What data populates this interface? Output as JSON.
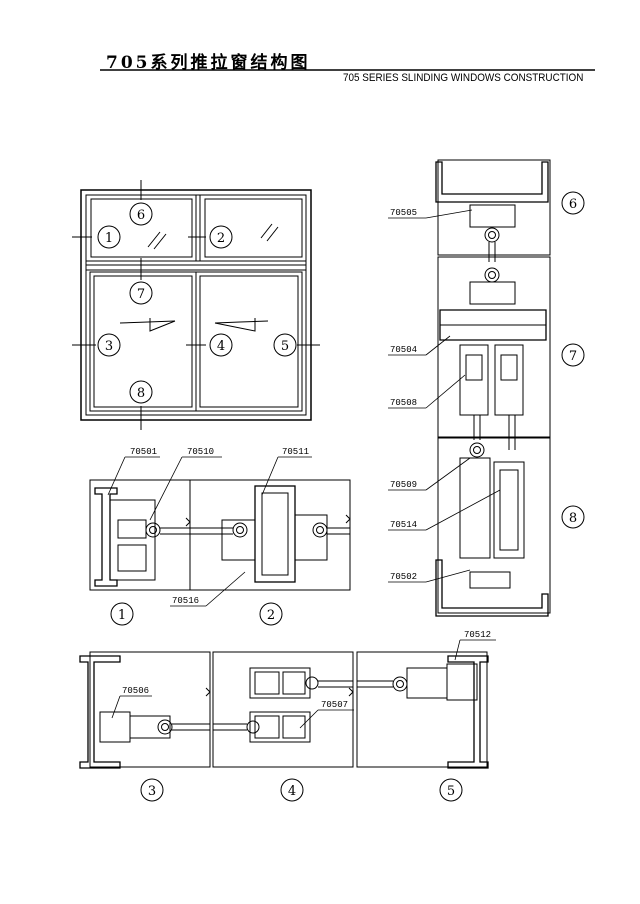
{
  "title_cn": "705系列推拉窗结构图",
  "title_en": "705 SERIES SLINDING WINDOWS CONSTRUCTION",
  "markers": [
    "1",
    "2",
    "3",
    "4",
    "5",
    "6",
    "7",
    "8"
  ],
  "parts": {
    "p70501": "70501",
    "p70502": "70502",
    "p70504": "70504",
    "p70505": "70505",
    "p70506": "70506",
    "p70507": "70507",
    "p70508": "70508",
    "p70509": "70509",
    "p70510": "70510",
    "p70511": "70511",
    "p70512": "70512",
    "p70514": "70514",
    "p70516": "70516"
  },
  "colors": {
    "ink": "#000000",
    "paper": "#ffffff"
  }
}
